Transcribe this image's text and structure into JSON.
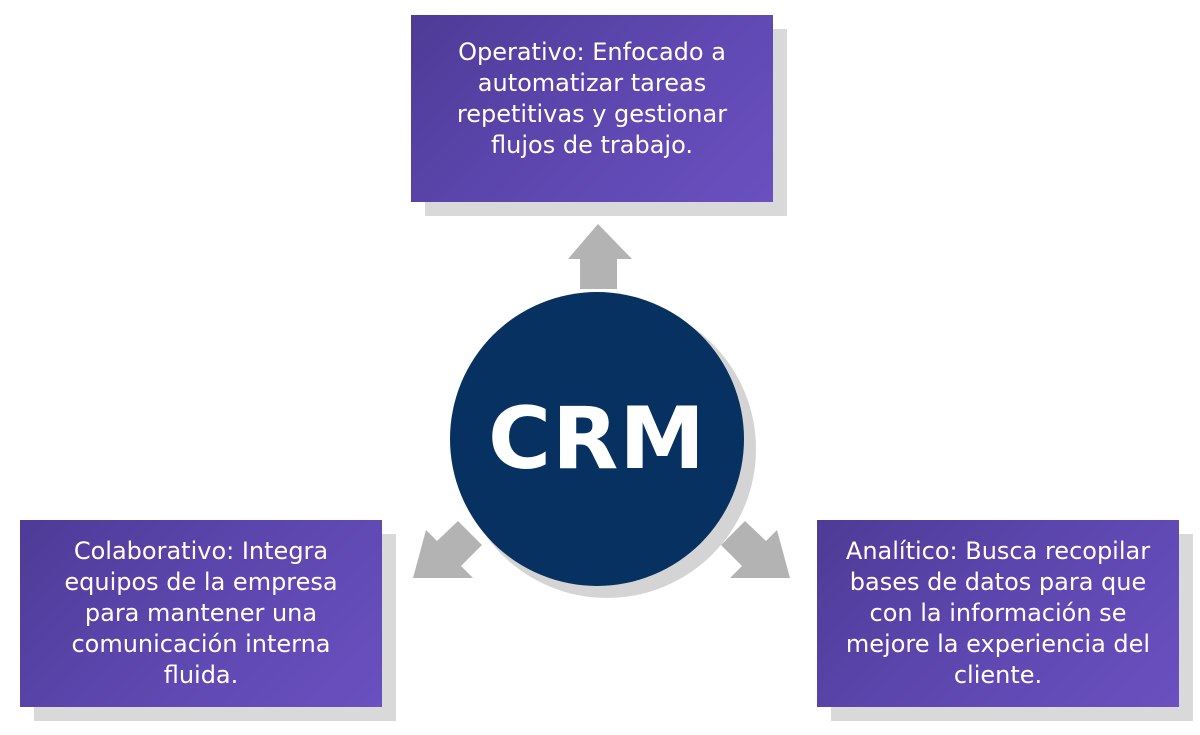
{
  "hub": {
    "label": "CRM",
    "color": "#063161"
  },
  "boxes": {
    "top": {
      "lines": [
        "Operativo: Enfocado a",
        "automatizar tareas",
        "repetitivas y gestionar",
        "flujos de trabajo."
      ]
    },
    "left": {
      "lines": [
        "Colaborativo: Integra",
        "equipos de la empresa",
        "para mantener una",
        "comunicación interna",
        "fluida."
      ]
    },
    "right": {
      "lines": [
        "Analítico: Busca recopilar",
        "bases de datos para que",
        "con la información se",
        "mejore la experiencia del",
        "cliente."
      ]
    }
  },
  "colors": {
    "box_start": "#4e3b96",
    "box_end": "#6a50c0",
    "arrow": "#b3b3b3",
    "shadow": "#d9d9d9"
  }
}
